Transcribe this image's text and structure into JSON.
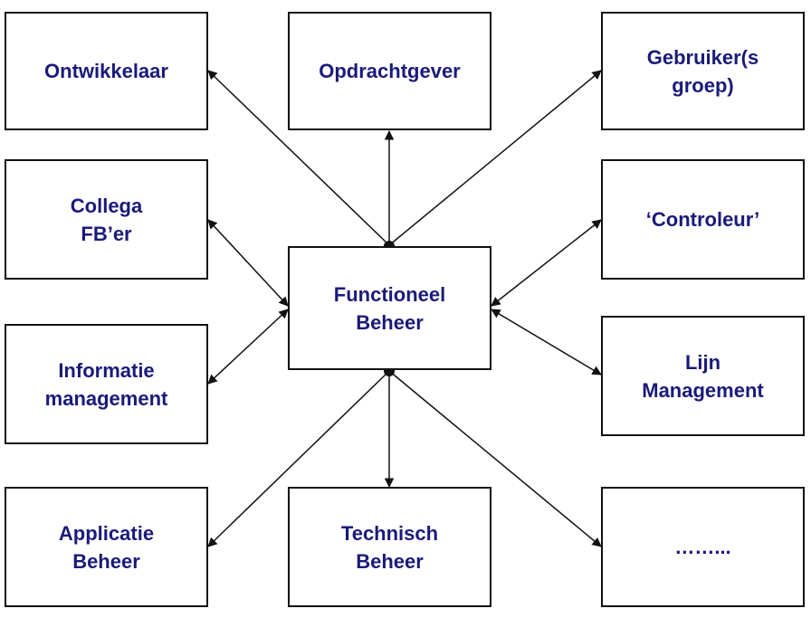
{
  "diagram": {
    "center": {
      "label": "Functioneel\nBeheer"
    },
    "nodes": [
      {
        "id": "ontwikkelaar",
        "label": "Ontwikkelaar"
      },
      {
        "id": "opdrachtgever",
        "label": "Opdrachtgever"
      },
      {
        "id": "gebruiker",
        "label": "Gebruiker(s\ngroep)"
      },
      {
        "id": "collega",
        "label": "Collega\nFB’er"
      },
      {
        "id": "controleur",
        "label": "‘Controleur’"
      },
      {
        "id": "informatie",
        "label": "Informatie\nmanagement"
      },
      {
        "id": "lijn",
        "label": "Lijn\nManagement"
      },
      {
        "id": "applicatie",
        "label": "Applicatie\nBeheer"
      },
      {
        "id": "technisch",
        "label": "Technisch\nBeheer"
      },
      {
        "id": "overig",
        "label": "……..."
      }
    ],
    "colors": {
      "text": "#1a1a7a",
      "border": "#111111",
      "line": "#111111"
    }
  }
}
